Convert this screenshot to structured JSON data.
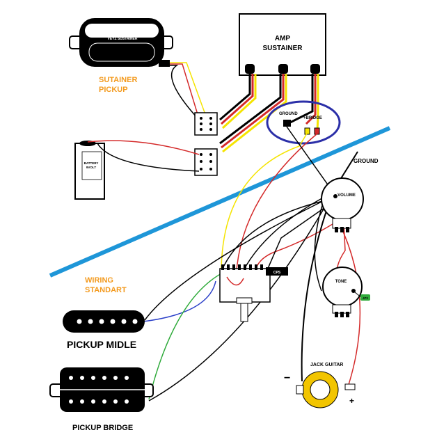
{
  "labels": {
    "amp_line1": "AMP",
    "amp_line2": "SUSTAINER",
    "sustainer_pickup_brand": "VEYZ SUSTAINER",
    "sustainer_pickup_line1": "SUTAINER",
    "sustainer_pickup_line2": "PICKUP",
    "battery_line1": "BATTERY",
    "battery_line2": "9VOLT",
    "ground_block": "GROUND",
    "bridge_block": "+BRIDGE",
    "ground_main": "GROUND",
    "volume": "VOLUME",
    "tone": "TONE",
    "capacitor": "473",
    "switch_cap": "CPS",
    "wiring_line1": "WIRING",
    "wiring_line2": "STANDART",
    "pickup_middle": "PICKUP MIDLE",
    "pickup_bridge": "PICKUP BRIDGE",
    "jack": "JACK GUITAR",
    "minus": "−",
    "plus": "+"
  },
  "colors": {
    "divider": "#1e96d8",
    "highlight_ellipse": "#2b2fa8",
    "section_label": "#f39a1e",
    "wire_red": "#d42a2a",
    "wire_yellow": "#f5e400",
    "wire_black": "#000000",
    "wire_blue": "#2a3fc8",
    "wire_green": "#2eaa3a",
    "jack_ring": "#f2c500",
    "capacitor": "#2eaa3a"
  }
}
